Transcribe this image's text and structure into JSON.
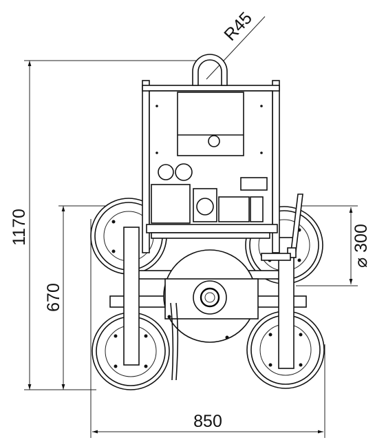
{
  "dimensions": {
    "radius_label": "R45",
    "height_total": "1170",
    "height_pads": "670",
    "width_total": "850",
    "pad_diameter": "⌀ 300"
  },
  "colors": {
    "line": "#111111",
    "background": "#ffffff"
  }
}
